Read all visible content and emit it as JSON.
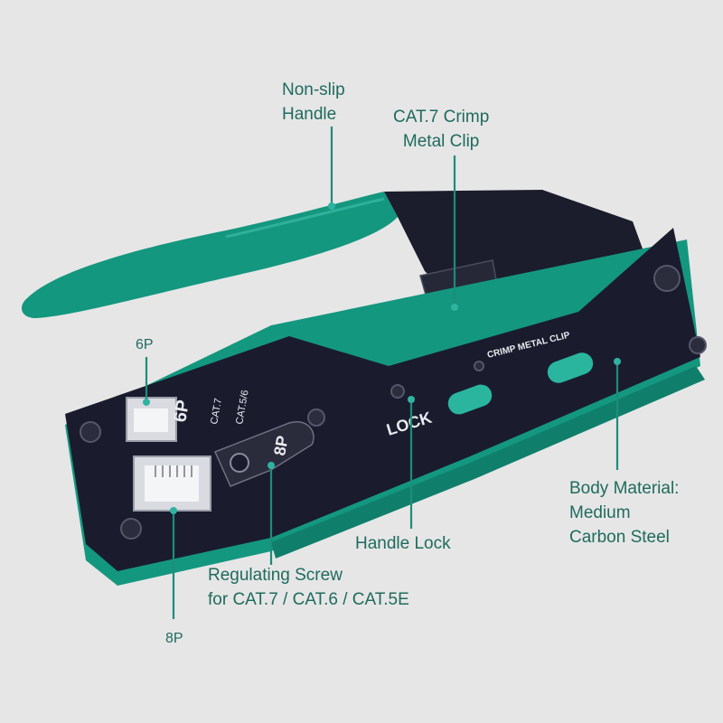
{
  "callouts": {
    "handle": {
      "lines": [
        "Non-slip",
        "Handle"
      ]
    },
    "crimp_clip": {
      "lines": [
        "CAT.7 Crimp",
        "Metal Clip"
      ]
    },
    "port_6p": {
      "text": "6P"
    },
    "port_8p": {
      "text": "8P"
    },
    "handle_lock": {
      "text": "Handle Lock"
    },
    "regulating_screw": {
      "lines": [
        "Regulating Screw",
        "for CAT.7 / CAT.6 / CAT.5E"
      ]
    },
    "body_material": {
      "lines": [
        "Body Material:",
        "Medium",
        "Carbon Steel"
      ]
    }
  },
  "tool_marks": {
    "die_6p": "6P",
    "die_8p": "8P",
    "arrow_cat7": "CAT.7",
    "arrow_cat56": "CAT.5/6",
    "lock": "LOCK",
    "crimp_metal_clip": "CRIMP METAL CLIP"
  },
  "colors": {
    "background": "#e6e6e6",
    "handle_teal": "#14977f",
    "steel_body": "#1a1c2e",
    "label_text": "#1f6b5d",
    "leader_line": "#1f8c7a"
  }
}
